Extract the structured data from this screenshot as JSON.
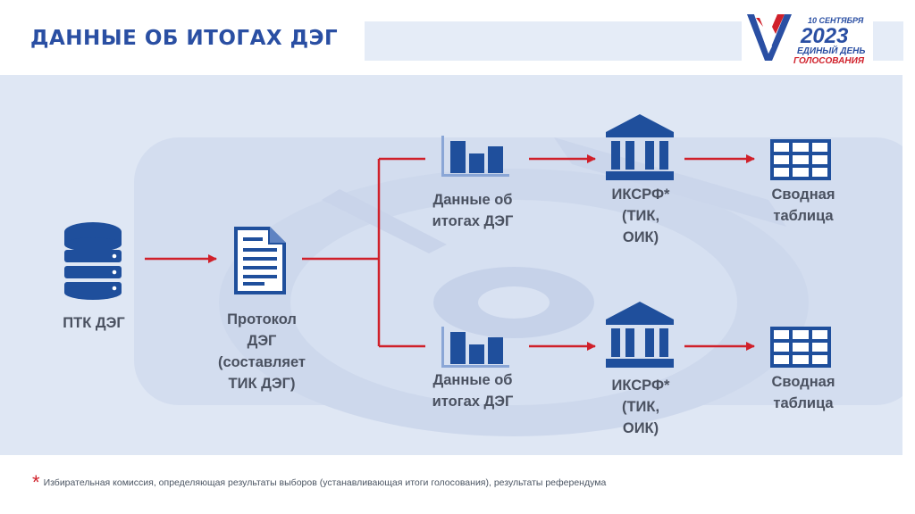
{
  "header": {
    "title": "ДАННЫЕ ОБ ИТОГАХ ДЭГ",
    "logo": {
      "date_text": "10 СЕНТЯБРЯ",
      "year": "2023",
      "line1": "ЕДИНЫЙ ДЕНЬ",
      "line2": "ГОЛОСОВАНИЯ"
    }
  },
  "diagram": {
    "ptk": {
      "label": "ПТК ДЭГ",
      "icon": "database-icon"
    },
    "protocol": {
      "line1": "Протокол",
      "line2": "ДЭГ",
      "line3": "(составляет",
      "line4": "ТИК ДЭГ)",
      "icon": "document-icon"
    },
    "data_top": {
      "line1": "Данные об",
      "line2": "итогах ДЭГ",
      "icon": "bar-chart-icon"
    },
    "data_bottom": {
      "line1": "Данные об",
      "line2": "итогах ДЭГ",
      "icon": "bar-chart-icon"
    },
    "ikc_top": {
      "line1": "ИКСРФ*",
      "line2": "(ТИК,",
      "line3": "ОИК)",
      "icon": "government-building-icon"
    },
    "ikc_bottom": {
      "line1": "ИКСРФ*",
      "line2": "(ТИК,",
      "line3": "ОИК)",
      "icon": "government-building-icon"
    },
    "table_top": {
      "line1": "Сводная",
      "line2": "таблица",
      "icon": "table-grid-icon"
    },
    "table_bottom": {
      "line1": "Сводная",
      "line2": "таблица",
      "icon": "table-grid-icon"
    }
  },
  "footnote": {
    "marker": "*",
    "text": "Избирательная комиссия, определяющая результаты выборов (устанавливающая итоги голосования), результаты референдума"
  },
  "colors": {
    "icon_blue": "#1f4f9c",
    "arrow_red": "#d0202a",
    "title_blue": "#2a4fa3",
    "panel_bg": "#dfe7f4"
  }
}
